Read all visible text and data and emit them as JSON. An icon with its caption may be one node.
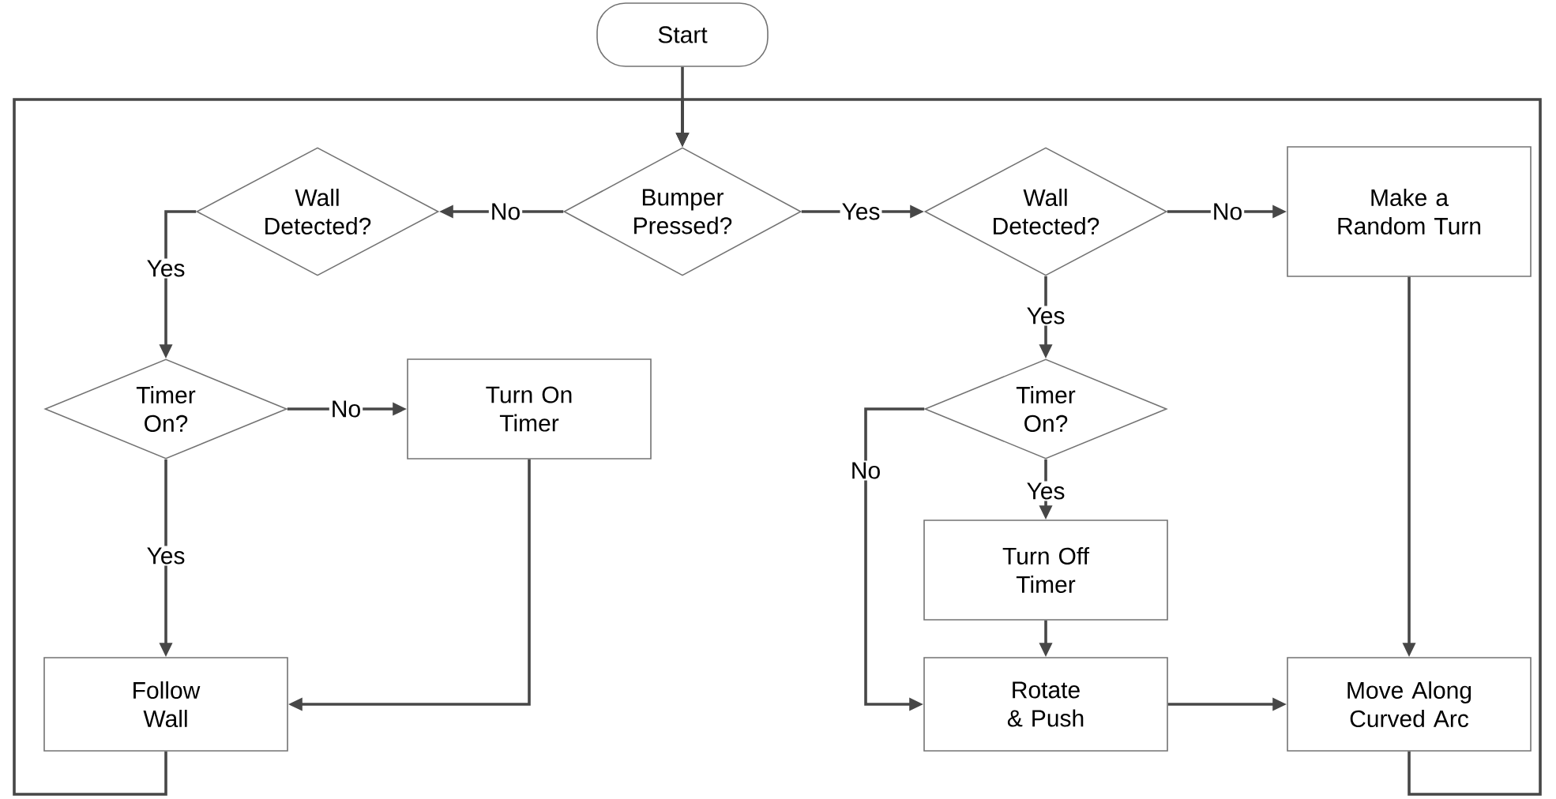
{
  "diagram": {
    "nodes": [
      {
        "text": [
          "Start"
        ]
      },
      {
        "text": [
          "Bumper Pressed?"
        ]
      },
      {
        "text": [
          "Wall Detected?"
        ]
      },
      {
        "text": [
          "Wall Detected?"
        ]
      },
      {
        "text": [
          "Make a Random Turn"
        ]
      },
      {
        "text": [
          "Timer On?"
        ]
      },
      {
        "text": [
          "Turn On Timer"
        ]
      },
      {
        "text": [
          "Timer On?"
        ]
      },
      {
        "text": [
          "Turn Off Timer"
        ]
      },
      {
        "text": [
          "Follow Wall"
        ]
      },
      {
        "text": [
          "Rotate & Push"
        ]
      },
      {
        "text": [
          "Move Along Curved Arc"
        ]
      }
    ],
    "edges": [
      {
        "from": 0,
        "to": 1,
        "arrow": "to"
      },
      {
        "from": 1,
        "to": 2,
        "arrow": "to",
        "label": "No"
      },
      {
        "from": 1,
        "to": 3,
        "arrow": "to",
        "label": "Yes"
      },
      {
        "from": 2,
        "to": 5,
        "arrow": "to",
        "label": "Yes"
      },
      {
        "from": 5,
        "to": 6,
        "arrow": "to",
        "label": "No"
      },
      {
        "from": 5,
        "to": 9,
        "arrow": "to",
        "label": "Yes"
      },
      {
        "from": 6,
        "to": 9,
        "arrow": "to"
      },
      {
        "from": 3,
        "to": 4,
        "arrow": "to",
        "label": "No"
      },
      {
        "from": 3,
        "to": 7,
        "arrow": "to",
        "label": "Yes"
      },
      {
        "from": 7,
        "to": 8,
        "arrow": "to",
        "label": "Yes"
      },
      {
        "from": 7,
        "to": 10,
        "arrow": "to",
        "label": "No"
      },
      {
        "from": 8,
        "to": 10,
        "arrow": "to"
      },
      {
        "from": 10,
        "to": 11,
        "arrow": "to"
      },
      {
        "from": 4,
        "to": 11,
        "arrow": "to"
      },
      {
        "from": 9,
        "to": 1,
        "arrow": "to"
      },
      {
        "from": 11,
        "to": 1,
        "arrow": "to"
      }
    ]
  }
}
